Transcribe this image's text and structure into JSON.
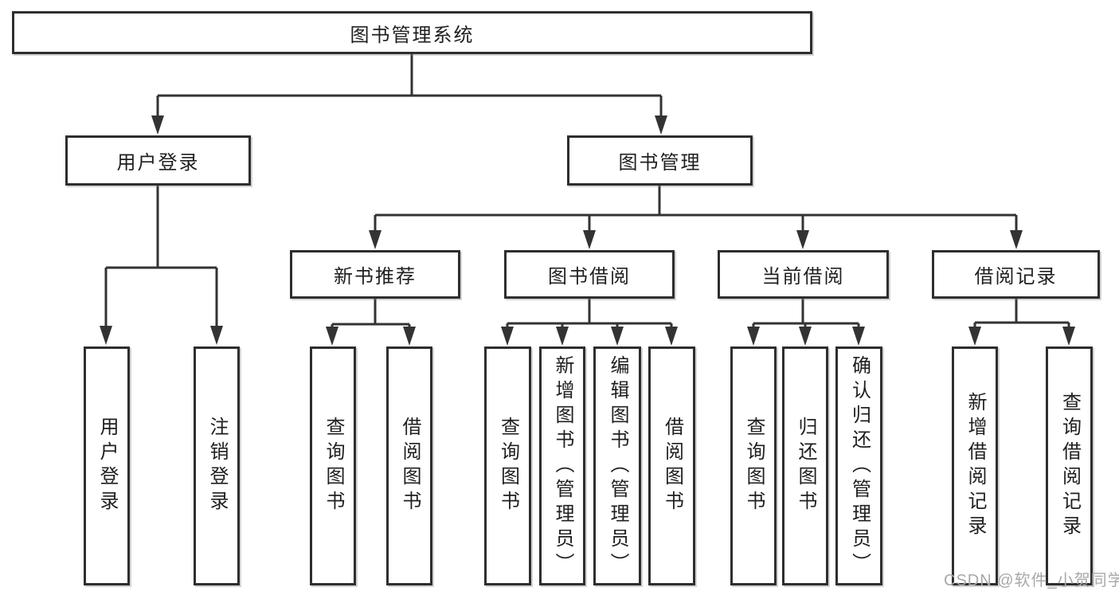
{
  "diagram_title": "图书管理系统",
  "watermark": "CSDN @软件_小贺同学",
  "colors": {
    "line": "#333333",
    "border": "#2e2e2e",
    "text": "#1f1f1f",
    "watermark": "#a8a8a8",
    "background": "#ffffff"
  },
  "tree": {
    "label": "图书管理系统",
    "children": [
      {
        "label": "用户登录",
        "children": [
          {
            "label": "用户登录"
          },
          {
            "label": "注销登录"
          }
        ]
      },
      {
        "label": "图书管理",
        "children": [
          {
            "label": "新书推荐",
            "children": [
              {
                "label": "查询图书"
              },
              {
                "label": "借阅图书"
              }
            ]
          },
          {
            "label": "图书借阅",
            "children": [
              {
                "label": "查询图书"
              },
              {
                "label": "新增图书（管理员）"
              },
              {
                "label": "编辑图书（管理员）"
              },
              {
                "label": "借阅图书"
              }
            ]
          },
          {
            "label": "当前借阅",
            "children": [
              {
                "label": "查询图书"
              },
              {
                "label": "归还图书"
              },
              {
                "label": "确认归还（管理员）"
              }
            ]
          },
          {
            "label": "借阅记录",
            "children": [
              {
                "label": "新增借阅记录"
              },
              {
                "label": "查询借阅记录"
              }
            ]
          }
        ]
      }
    ]
  }
}
